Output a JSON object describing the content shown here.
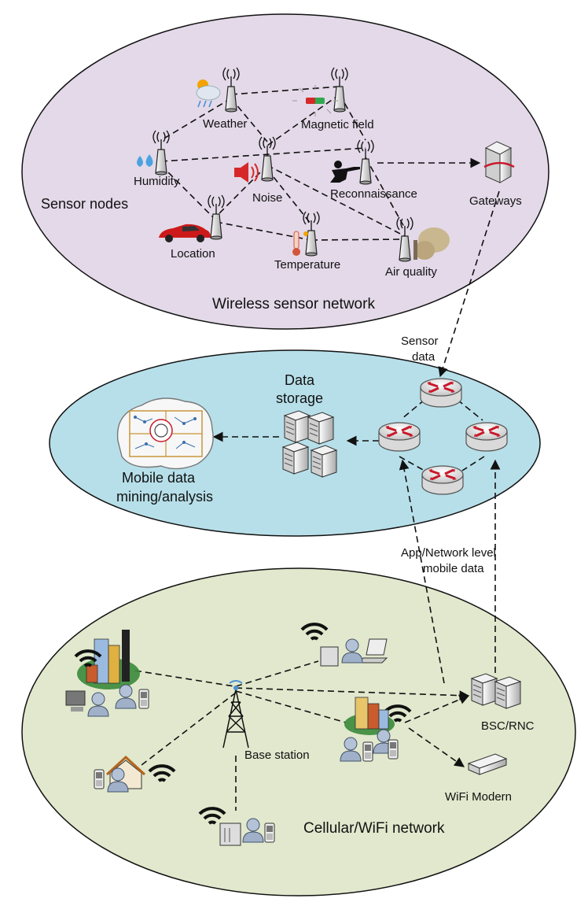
{
  "zones": {
    "wsn": {
      "title": "Wireless sensor network",
      "caption": "Sensor nodes",
      "fill": "#e3d9e8"
    },
    "data": {
      "fill": "#b7dfe9"
    },
    "cellular": {
      "title": "Cellular/WiFi network",
      "fill": "#e1e8cd"
    }
  },
  "sensors": {
    "weather": "Weather",
    "magnetic": "Magnetic field",
    "humidity": "Humidity",
    "noise": "Noise",
    "reconnaissance": "Reconnaissance",
    "location": "Location",
    "temperature": "Temperature",
    "air_quality": "Air quality",
    "gateways": "Gateways"
  },
  "data_layer": {
    "sensor_data": [
      "Sensor",
      "data"
    ],
    "storage": [
      "Data",
      "storage"
    ],
    "mining": [
      "Mobile data",
      "mining/analysis"
    ]
  },
  "cellular": {
    "app_level": [
      "App/Network level",
      "mobile data"
    ],
    "base_station": "Base station",
    "bsc": "BSC/RNC",
    "wifi_modem": "WiFi Modern"
  },
  "colors": {
    "router": "#c8182a",
    "signal": "#111111",
    "person": "#a9b8cc"
  }
}
